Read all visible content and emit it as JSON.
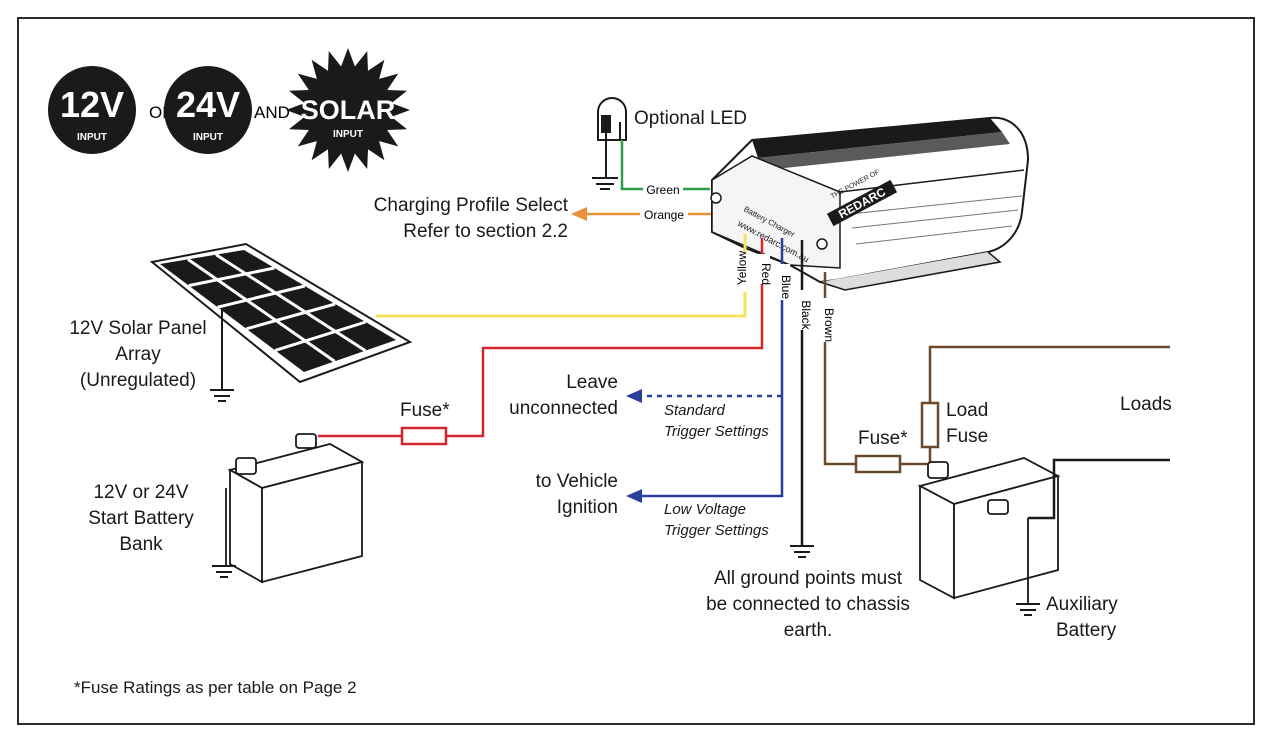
{
  "inputs": {
    "badge_12v": {
      "main": "12V",
      "sub": "INPUT"
    },
    "or": "OR",
    "badge_24v": {
      "main": "24V",
      "sub": "INPUT"
    },
    "and": "AND",
    "badge_solar": {
      "main": "SOLAR",
      "sub": "INPUT"
    }
  },
  "led_label": "Optional LED",
  "profile_select": {
    "line1": "Charging Profile Select",
    "line2": "Refer to section 2.2"
  },
  "solar_panel": {
    "line1": "12V Solar Panel",
    "line2": "Array",
    "line3": "(Unregulated)"
  },
  "start_battery": {
    "line1": "12V or 24V",
    "line2": "Start Battery",
    "line3": "Bank"
  },
  "fuse_start": "Fuse*",
  "fuse_aux": "Fuse*",
  "leave": {
    "line1": "Leave",
    "line2": "unconnected"
  },
  "standard_trigger": {
    "line1": "Standard",
    "line2": "Trigger Settings"
  },
  "ignition": {
    "line1": "to Vehicle",
    "line2": "Ignition"
  },
  "low_voltage_trigger": {
    "line1": "Low Voltage",
    "line2": "Trigger Settings"
  },
  "ground_note": {
    "line1": "All ground points must",
    "line2": "be connected to chassis",
    "line3": "earth."
  },
  "load_fuse": {
    "line1": "Load",
    "line2": "Fuse"
  },
  "loads": "Loads",
  "aux_battery": {
    "line1": "Auxiliary",
    "line2": "Battery"
  },
  "footnote": "*Fuse Ratings as per table on Page 2",
  "wires": {
    "green": "Green",
    "orange": "Orange",
    "yellow": "Yellow",
    "red": "Red",
    "blue": "Blue",
    "black": "Black",
    "brown": "Brown"
  },
  "device": {
    "brand": "REDARC",
    "tagline": "THE POWER OF",
    "url": "www.redarc.com.au",
    "label": "Battery Charger"
  },
  "colors": {
    "green": "#2e9e4a",
    "orange": "#e8913a",
    "yellow": "#f2e55c",
    "red": "#d6262d",
    "blue": "#2a3f9c",
    "black": "#1a1a1a",
    "brown": "#6b4a2b"
  }
}
